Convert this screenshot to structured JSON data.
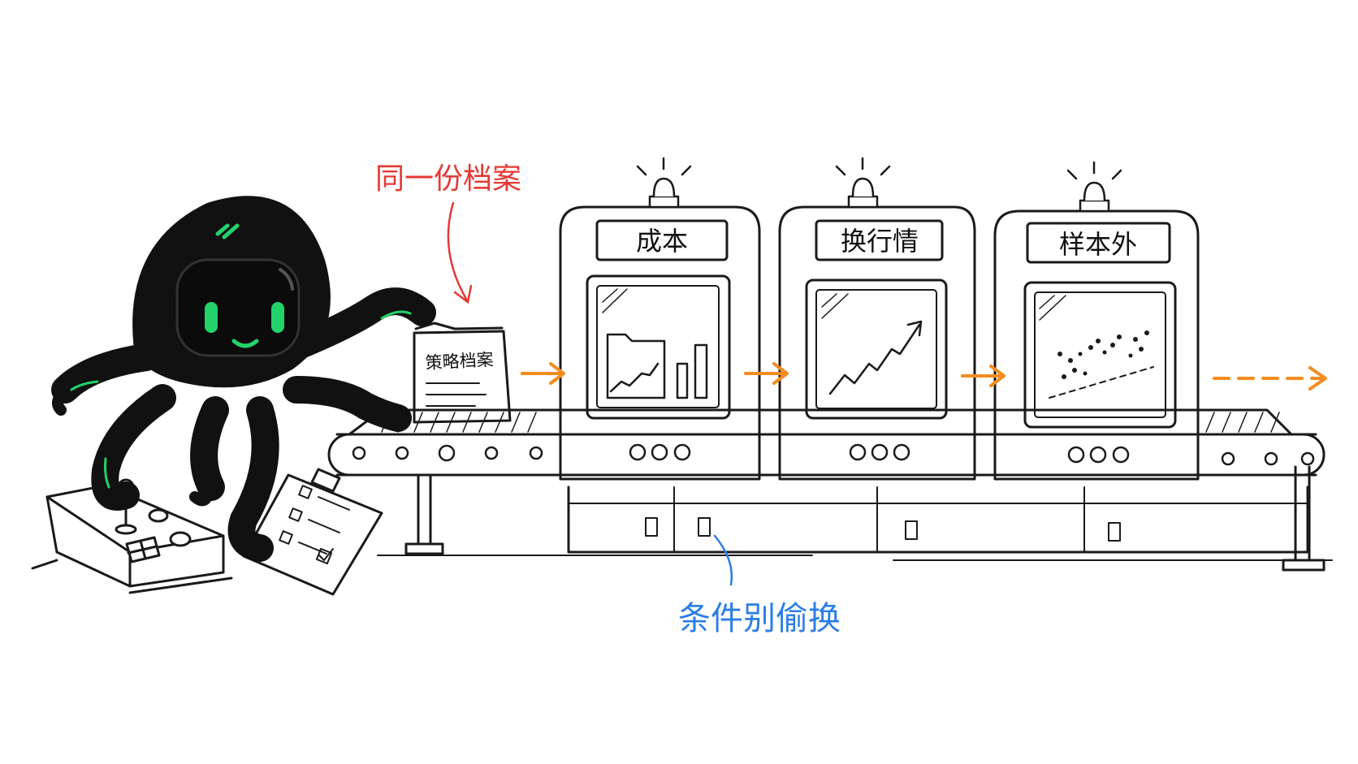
{
  "annotations": {
    "same_file": "同一份档案",
    "no_condition_swap": "条件别偷换"
  },
  "document": {
    "label": "策略档案"
  },
  "machines": [
    {
      "label": "成本",
      "screen": "folder-bars-chart"
    },
    {
      "label": "换行情",
      "screen": "rising-line-chart"
    },
    {
      "label": "样本外",
      "screen": "scatter-plot"
    }
  ],
  "colors": {
    "annotation_red": "#e53935",
    "annotation_blue": "#2b7de9",
    "flow_arrow": "#f28c1e",
    "octopus_accent": "#22d36b",
    "ink": "#1a1a1a"
  },
  "icons": [
    "octopus-mascot",
    "control-panel",
    "clipboard-checklist",
    "strategy-document",
    "alarm-light",
    "conveyor-belt",
    "flow-arrow"
  ]
}
